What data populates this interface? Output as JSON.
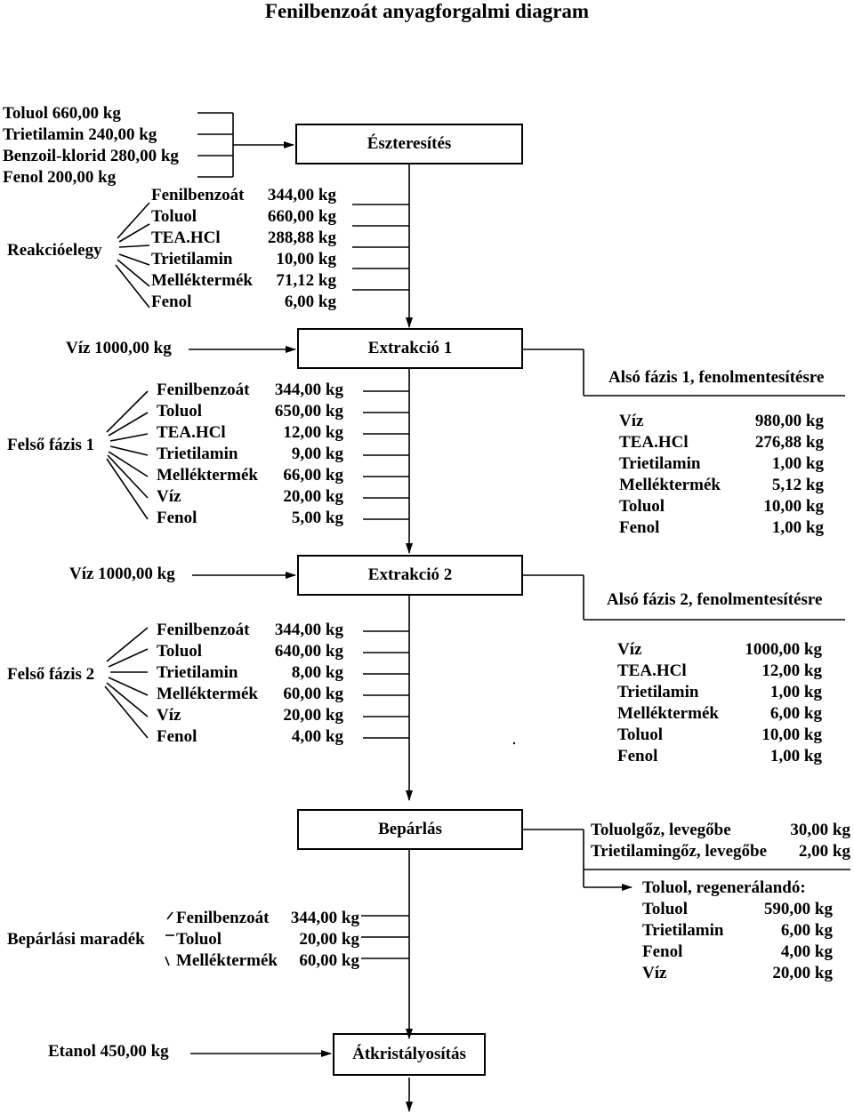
{
  "title": "Fenilbenzoát anyagforgalmi diagram",
  "inputs": [
    "Toluol 660,00 kg",
    "Trietilamin 240,00 kg",
    "Benzoil-klorid 280,00 kg",
    "Fenol 200,00 kg"
  ],
  "steps": {
    "eszterezes": "Észteresítés",
    "extrakcio1": "Extrakció 1",
    "extrakcio2": "Extrakció 2",
    "beparlas": "Bepárlás",
    "atkristalyositas": "Átkristályosítás"
  },
  "reakcioelegy": {
    "label": "Reakcióelegy",
    "items": [
      {
        "name": "Fenilbenzoát",
        "value": "344,00 kg"
      },
      {
        "name": "Toluol",
        "value": "660,00 kg"
      },
      {
        "name": "TEA.HCl",
        "value": "288,88 kg"
      },
      {
        "name": "Trietilamin",
        "value": "10,00 kg"
      },
      {
        "name": "Melléktermék",
        "value": "71,12 kg"
      },
      {
        "name": "Fenol",
        "value": "6,00 kg"
      }
    ]
  },
  "viz1": "Víz 1000,00 kg",
  "felso1": {
    "label": "Felső fázis 1",
    "items": [
      {
        "name": "Fenilbenzoát",
        "value": "344,00 kg"
      },
      {
        "name": "Toluol",
        "value": "650,00 kg"
      },
      {
        "name": "TEA.HCl",
        "value": "12,00 kg"
      },
      {
        "name": "Trietilamin",
        "value": "9,00 kg"
      },
      {
        "name": "Melléktermék",
        "value": "66,00 kg"
      },
      {
        "name": "Víz",
        "value": "20,00 kg"
      },
      {
        "name": "Fenol",
        "value": "5,00 kg"
      }
    ]
  },
  "also1": {
    "label": "Alsó fázis 1, fenolmentesítésre",
    "items": [
      {
        "name": "Víz",
        "value": "980,00 kg"
      },
      {
        "name": "TEA.HCl",
        "value": "276,88 kg"
      },
      {
        "name": "Trietilamin",
        "value": "1,00 kg"
      },
      {
        "name": "Melléktermék",
        "value": "5,12 kg"
      },
      {
        "name": "Toluol",
        "value": "10,00 kg"
      },
      {
        "name": "Fenol",
        "value": "1,00 kg"
      }
    ]
  },
  "viz2": "Víz 1000,00 kg",
  "felso2": {
    "label": "Felső fázis 2",
    "items": [
      {
        "name": "Fenilbenzoát",
        "value": "344,00 kg"
      },
      {
        "name": "Toluol",
        "value": "640,00 kg"
      },
      {
        "name": "Trietilamin",
        "value": "8,00 kg"
      },
      {
        "name": "Melléktermék",
        "value": "60,00 kg"
      },
      {
        "name": "Víz",
        "value": "20,00 kg"
      },
      {
        "name": "Fenol",
        "value": "4,00 kg"
      }
    ]
  },
  "also2": {
    "label": "Alsó fázis 2, fenolmentesítésre",
    "items": [
      {
        "name": "Víz",
        "value": "1000,00 kg"
      },
      {
        "name": "TEA.HCl",
        "value": "12,00 kg"
      },
      {
        "name": "Trietilamin",
        "value": "1,00 kg"
      },
      {
        "name": "Melléktermék",
        "value": "6,00 kg"
      },
      {
        "name": "Toluol",
        "value": "10,00 kg"
      },
      {
        "name": "Fenol",
        "value": "1,00 kg"
      }
    ]
  },
  "gozok": [
    {
      "name": "Toluolgőz, levegőbe",
      "value": "30,00 kg"
    },
    {
      "name": "Trietilamingőz, levegőbe",
      "value": "2,00 kg"
    }
  ],
  "regeneralando": {
    "label": "Toluol, regenerálandó:",
    "items": [
      {
        "name": "Toluol",
        "value": "590,00 kg"
      },
      {
        "name": "Trietilamin",
        "value": "6,00 kg"
      },
      {
        "name": "Fenol",
        "value": "4,00 kg"
      },
      {
        "name": "Víz",
        "value": "20,00 kg"
      }
    ]
  },
  "maradek": {
    "label": "Bepárlási maradék",
    "items": [
      {
        "name": "Fenilbenzoát",
        "value": "344,00 kg"
      },
      {
        "name": "Toluol",
        "value": "20,00 kg"
      },
      {
        "name": "Melléktermék",
        "value": "60,00 kg"
      }
    ]
  },
  "etanol": "Etanol 450,00 kg"
}
